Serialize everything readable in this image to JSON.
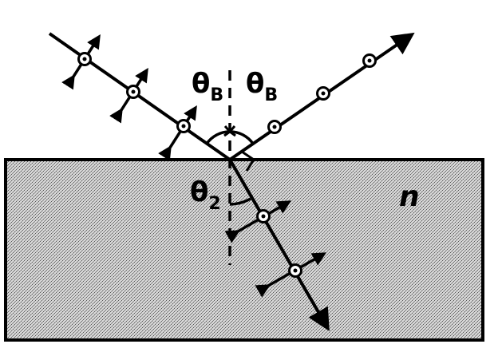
{
  "labels": {
    "theta_b_left": "θ",
    "theta_b_left_sub": "B",
    "theta_b_right": "θ",
    "theta_b_right_sub": "B",
    "theta_2": "θ",
    "theta_2_sub": "2",
    "medium": "n"
  },
  "colors": {
    "ink": "#000000",
    "medium_fill": "#c8c8c8",
    "background": "#ffffff"
  }
}
